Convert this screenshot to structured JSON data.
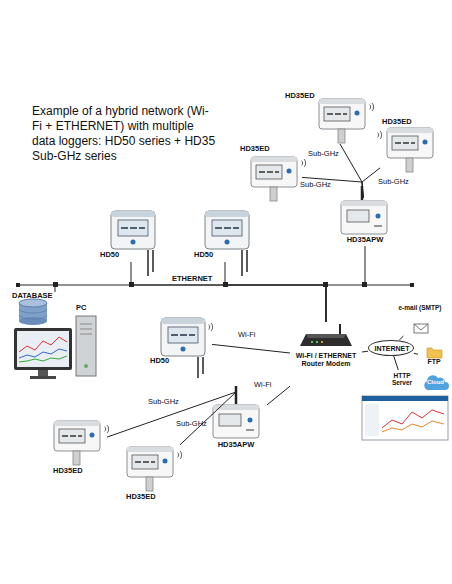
{
  "diagram": {
    "title": "Example of a hybrid network (Wi-Fi + ETHERNET) with multiple data loggers: HD50 series + HD35 Sub-GHz series",
    "nodes": [
      {
        "text": [
          "HD35ED"
        ]
      },
      {
        "text": [
          "HD35ED"
        ]
      },
      {
        "text": [
          "HD35ED"
        ]
      },
      {
        "text": [
          "HD35APW"
        ]
      },
      {
        "text": [
          "HD50"
        ]
      },
      {
        "text": [
          "HD50"
        ]
      },
      {
        "text": [
          "DATABASE",
          "PC"
        ]
      },
      {
        "text": [
          "HD50"
        ]
      },
      {
        "text": [
          "Wi-Fi / ETHERNET Router Modem"
        ]
      },
      {
        "text": [
          "INTERNET"
        ]
      },
      {
        "text": [
          "e-mail (SMTP)"
        ]
      },
      {
        "text": [
          "FTP"
        ]
      },
      {
        "text": [
          "HTTP Server"
        ]
      },
      {
        "text": [
          "Cloud"
        ]
      },
      {
        "text": [
          "HD35APW"
        ]
      },
      {
        "text": [
          "HD35ED"
        ]
      },
      {
        "text": [
          "HD35ED"
        ]
      }
    ],
    "edges": [
      {
        "from": 1,
        "to": 3,
        "label": "Sub-GHz",
        "arrow": "none"
      },
      {
        "from": 0,
        "to": 3,
        "label": "Sub-GHz",
        "arrow": "none"
      },
      {
        "from": 2,
        "to": 3,
        "label": "Sub-GHz",
        "arrow": "none"
      },
      {
        "from": 4,
        "to": 8,
        "arrow": "none"
      },
      {
        "from": 5,
        "to": 8,
        "arrow": "none"
      },
      {
        "from": 3,
        "to": 8,
        "arrow": "none"
      },
      {
        "from": 6,
        "to": 8,
        "arrow": "none"
      },
      {
        "from": 7,
        "to": 8,
        "label": "Wi-Fi",
        "arrow": "none"
      },
      {
        "from": 14,
        "to": 8,
        "label": "Wi-Fi",
        "arrow": "none"
      },
      {
        "from": 15,
        "to": 14,
        "label": "Sub-GHz",
        "arrow": "none"
      },
      {
        "from": 16,
        "to": 14,
        "label": "Sub-GHz",
        "arrow": "none"
      },
      {
        "from": 8,
        "to": 9,
        "arrow": "none"
      },
      {
        "from": 9,
        "to": 10,
        "arrow": "none"
      },
      {
        "from": 9,
        "to": 11,
        "arrow": "none"
      },
      {
        "from": 9,
        "to": 12,
        "arrow": "none"
      }
    ],
    "labels": [
      "ETHERNET"
    ]
  }
}
